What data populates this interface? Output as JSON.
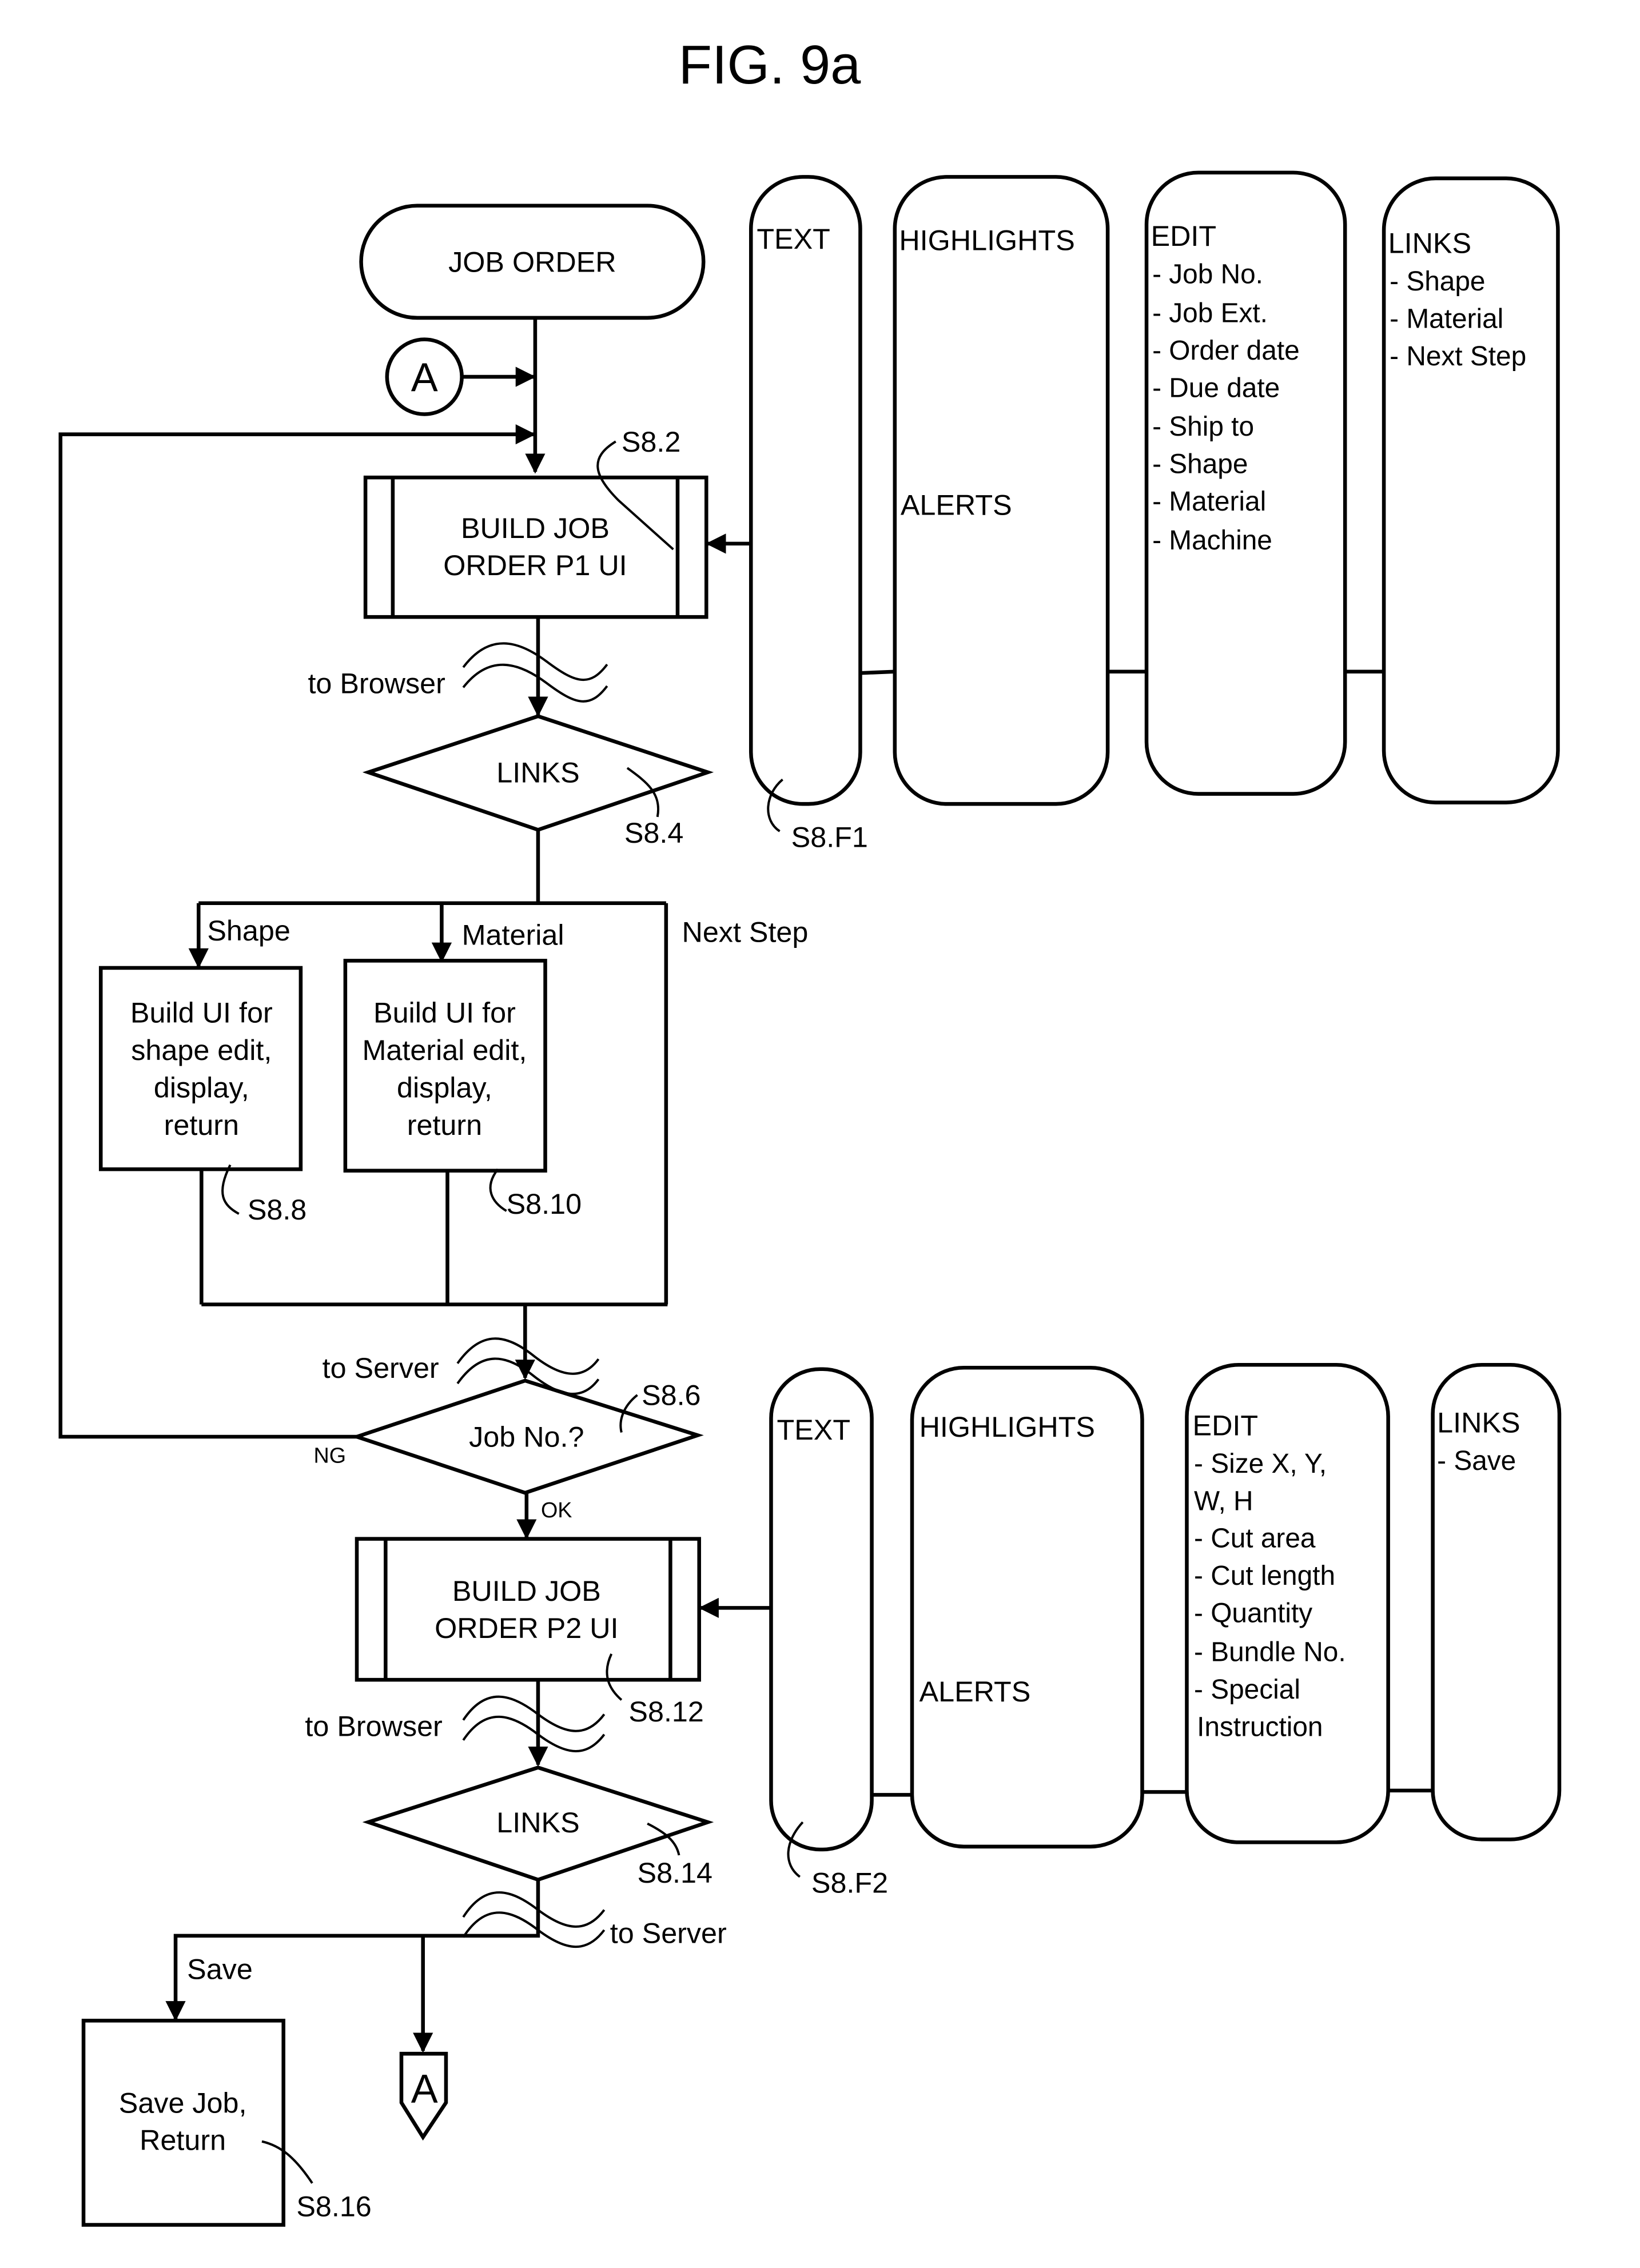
{
  "title": "FIG. 9a",
  "colors": {
    "ink": "#000000",
    "paper": "#ffffff"
  },
  "start": {
    "label": "JOB ORDER"
  },
  "connector_in": {
    "label": "A"
  },
  "connector_out": {
    "label": "A"
  },
  "steps": {
    "p1": {
      "lines": [
        "BUILD JOB",
        "ORDER P1 UI"
      ],
      "ref": "S8.2"
    },
    "links1": {
      "label": "LINKS",
      "ref": "S8.4"
    },
    "shape": {
      "lines": [
        "Build UI for",
        "shape edit,",
        "display,",
        "return"
      ],
      "ref": "S8.8"
    },
    "material": {
      "lines": [
        "Build UI for",
        "Material edit,",
        "display,",
        "return"
      ],
      "ref": "S8.10"
    },
    "jobno": {
      "label": "Job No.?",
      "ref": "S8.6"
    },
    "p2": {
      "lines": [
        "BUILD JOB",
        "ORDER P2 UI"
      ],
      "ref": "S8.12"
    },
    "links2": {
      "label": "LINKS",
      "ref": "S8.14"
    },
    "save": {
      "lines": [
        "Save Job,",
        "Return"
      ],
      "ref": "S8.16"
    }
  },
  "edges": {
    "to_browser_1": "to Browser",
    "to_server_1": "to Server",
    "to_browser_2": "to Browser",
    "to_server_2": "to Server",
    "branch_shape": "Shape",
    "branch_material": "Material",
    "branch_next": "Next Step",
    "ng": "NG",
    "ok": "OK",
    "branch_save": "Save"
  },
  "form1": {
    "ref": "S8.F1",
    "text_col": {
      "header": "TEXT"
    },
    "highlights_col": {
      "header": "HIGHLIGHTS",
      "sub": "ALERTS"
    },
    "edit_col": {
      "header": "EDIT",
      "items": [
        "- Job No.",
        "- Job Ext.",
        "- Order date",
        "- Due date",
        "- Ship to",
        "- Shape",
        "- Material",
        "- Machine"
      ]
    },
    "links_col": {
      "header": "LINKS",
      "items": [
        "- Shape",
        "- Material",
        "- Next Step"
      ]
    }
  },
  "form2": {
    "ref": "S8.F2",
    "text_col": {
      "header": "TEXT"
    },
    "highlights_col": {
      "header": "HIGHLIGHTS",
      "sub": "ALERTS"
    },
    "edit_col": {
      "header": "EDIT",
      "items": [
        "- Size X, Y,",
        "W, H",
        "- Cut area",
        "- Cut length",
        "- Quantity",
        "- Bundle No.",
        "- Special",
        "Instruction"
      ]
    },
    "links_col": {
      "header": "LINKS",
      "items": [
        "- Save"
      ]
    }
  }
}
